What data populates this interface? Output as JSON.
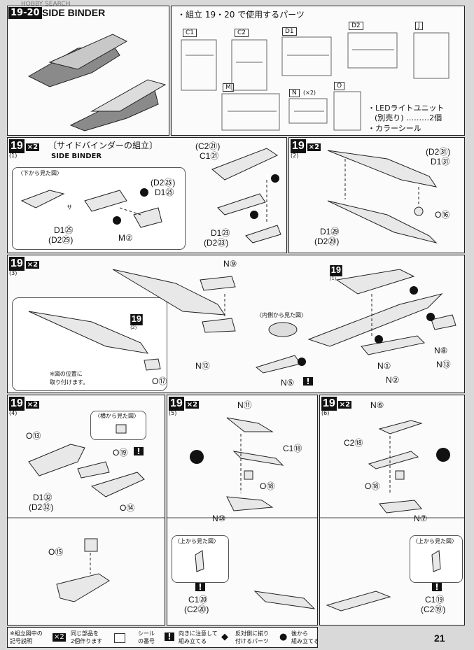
{
  "header": {
    "section_num": "19-20",
    "section_title": "SIDE BINDER",
    "watermark": "HOBBY SEARCH"
  },
  "parts_box": {
    "title": "・組立 19・20 で使用するパーツ",
    "runners": [
      "C1",
      "C2",
      "D1",
      "D2",
      "J",
      "M",
      "N",
      "O"
    ],
    "n_mult": "(×2)",
    "notes": [
      "・LEDライトユニット",
      "(別売り) ………2個",
      "・カラーシール"
    ]
  },
  "steps": [
    {
      "num": "19",
      "mult": "×2",
      "sub": "(1)",
      "title": "〔サイドバインダーの組立〕",
      "subtitle": "SIDE BINDER",
      "inset": "〈下から見た図〉",
      "labels": [
        "(C2㉑)",
        "C1㉑",
        "(D2㉕)",
        "D1㉕",
        "D1㉕",
        "(D2㉕)",
        "M②",
        "D1㉓",
        "(D2㉓)",
        "サ"
      ]
    },
    {
      "num": "19",
      "mult": "×2",
      "sub": "(2)",
      "labels": [
        "(D2㉛)",
        "D1㉛",
        "O⑯",
        "D1㉙",
        "(D2㉙)"
      ]
    },
    {
      "num": "19",
      "mult": "×2",
      "sub": "(3)",
      "labels": [
        "N⑨",
        "N⑫",
        "O⑰",
        "N⑧",
        "N①",
        "N⑬",
        "N②",
        "N⑤"
      ],
      "ref1": "19",
      "ref1_sub": "(2)",
      "ref2": "19",
      "ref2_sub": "(1)",
      "inset": "〈内側から見た図〉",
      "note": [
        "※図の位置に",
        "取り付けます。"
      ]
    },
    {
      "num": "19",
      "mult": "×2",
      "sub": "(4)",
      "labels": [
        "O⑬",
        "O⑲",
        "D1㉜",
        "(D2㉜)",
        "O⑭",
        "O⑮"
      ],
      "inset": "〈横から見た図〉"
    },
    {
      "num": "19",
      "mult": "×2",
      "sub": "(5)",
      "labels": [
        "N⑪",
        "C1⑱",
        "O⑱",
        "N⑩",
        "C1⑳",
        "(C2⑳)"
      ],
      "inset": "〈上から見た図〉"
    },
    {
      "num": "19",
      "mult": "×2",
      "sub": "(6)",
      "labels": [
        "N⑥",
        "C2⑱",
        "O⑱",
        "N⑦",
        "C1⑲",
        "(C2⑲)"
      ],
      "inset": "〈上から見た図〉"
    }
  ],
  "legend": {
    "title": [
      "※組立図中の",
      "記号説明"
    ],
    "items": [
      {
        "sym": "×2",
        "text": [
          "同じ部品を",
          "2個作ります"
        ]
      },
      {
        "sym": "シール",
        "text": [
          "シール",
          "の番号"
        ]
      },
      {
        "sym": "!",
        "text": [
          "向きに注意して",
          "組み立てる"
        ]
      },
      {
        "sym": "◆",
        "text": [
          "反対側に揃り",
          "付けるパーツ"
        ]
      },
      {
        "sym": "●",
        "text": [
          "後から",
          "組み立てる"
        ]
      }
    ]
  },
  "page_number": "21"
}
